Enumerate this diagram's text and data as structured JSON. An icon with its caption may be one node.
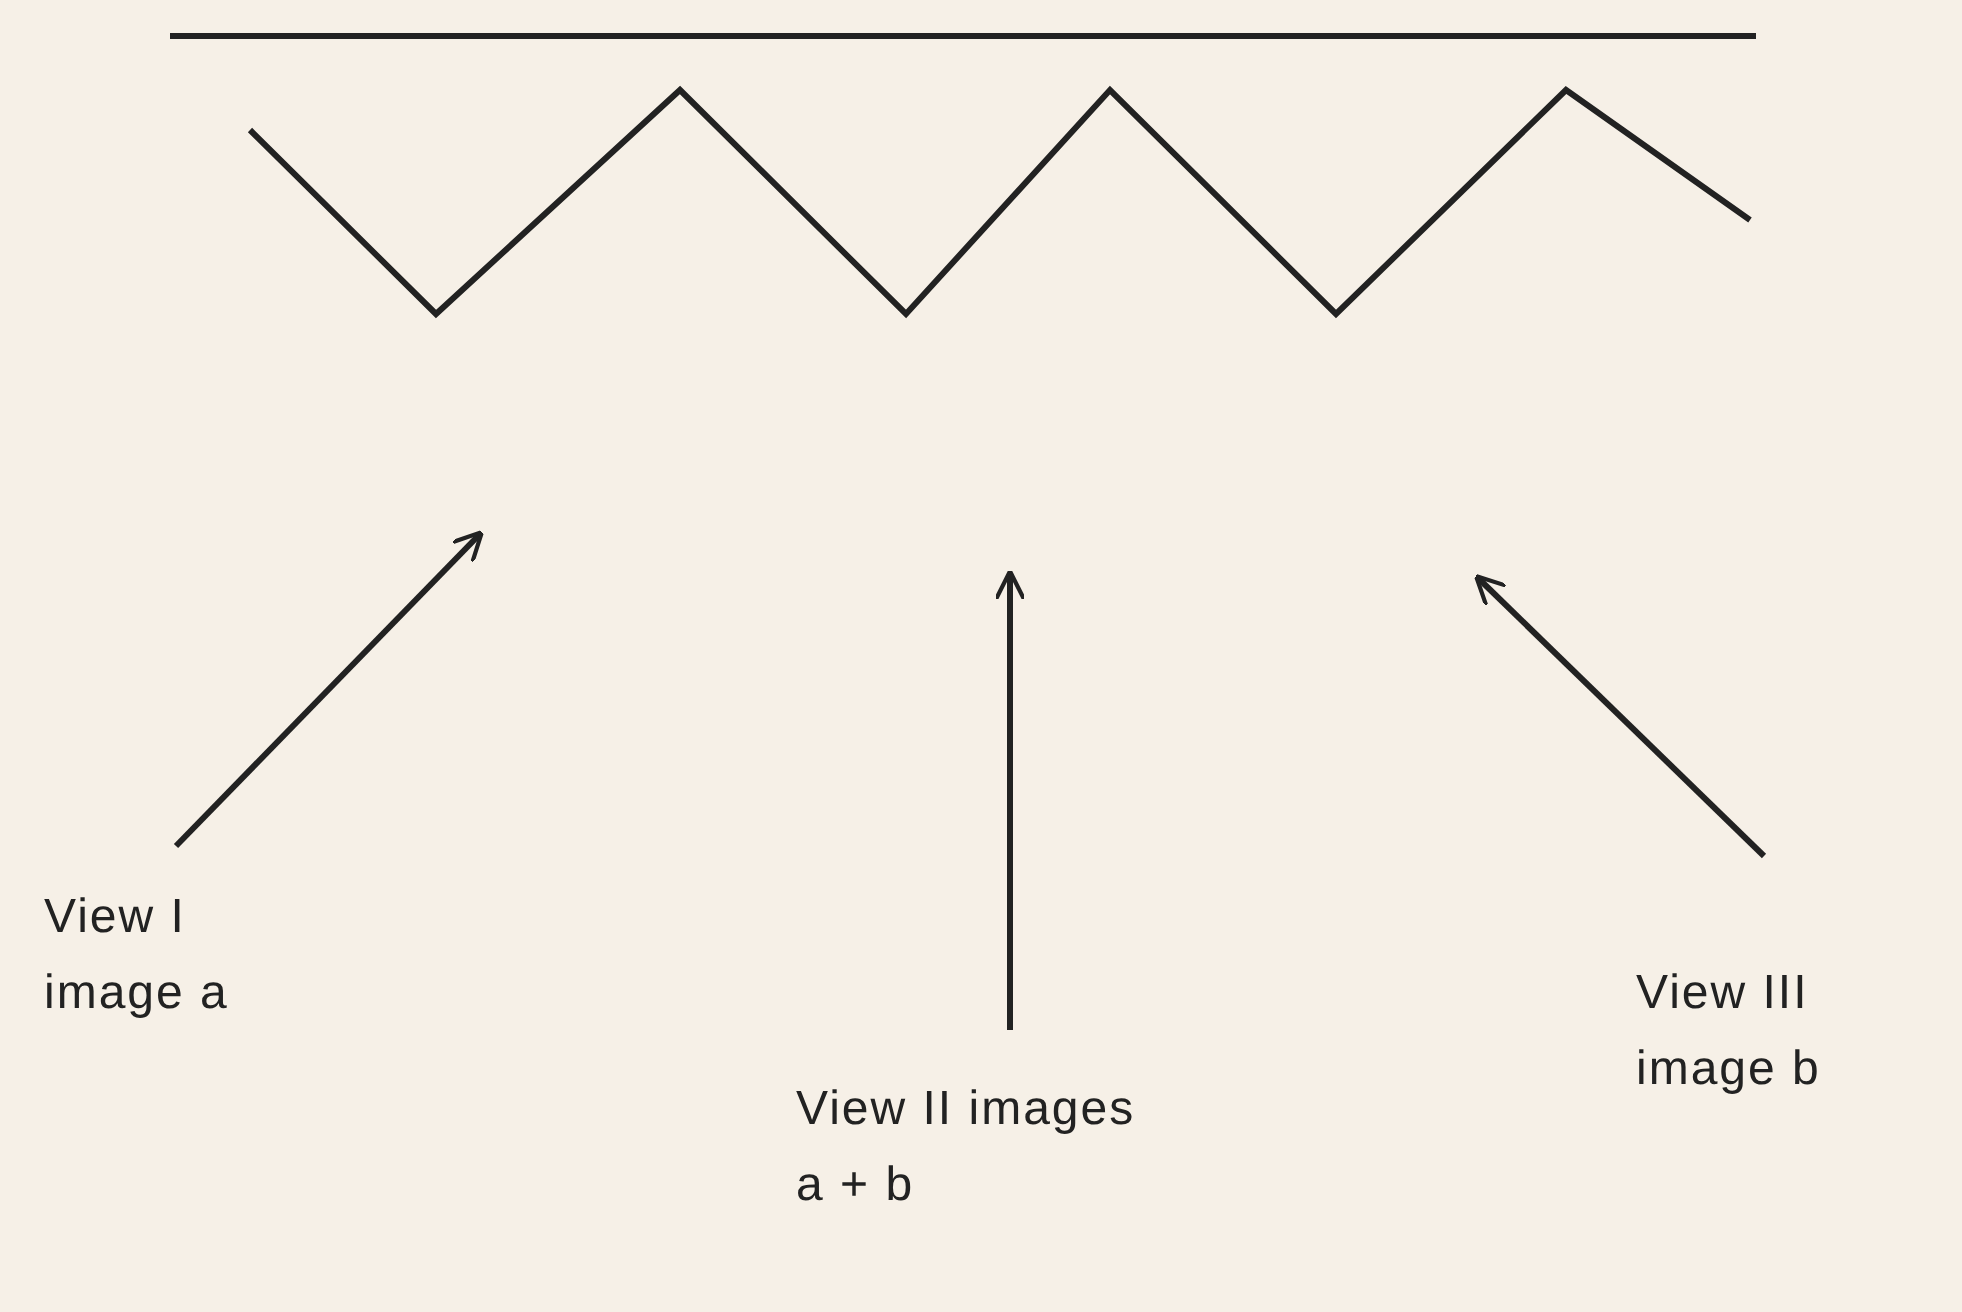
{
  "diagram": {
    "labels": [
      "View I image a",
      "View II images a + b",
      "View III image b"
    ]
  }
}
